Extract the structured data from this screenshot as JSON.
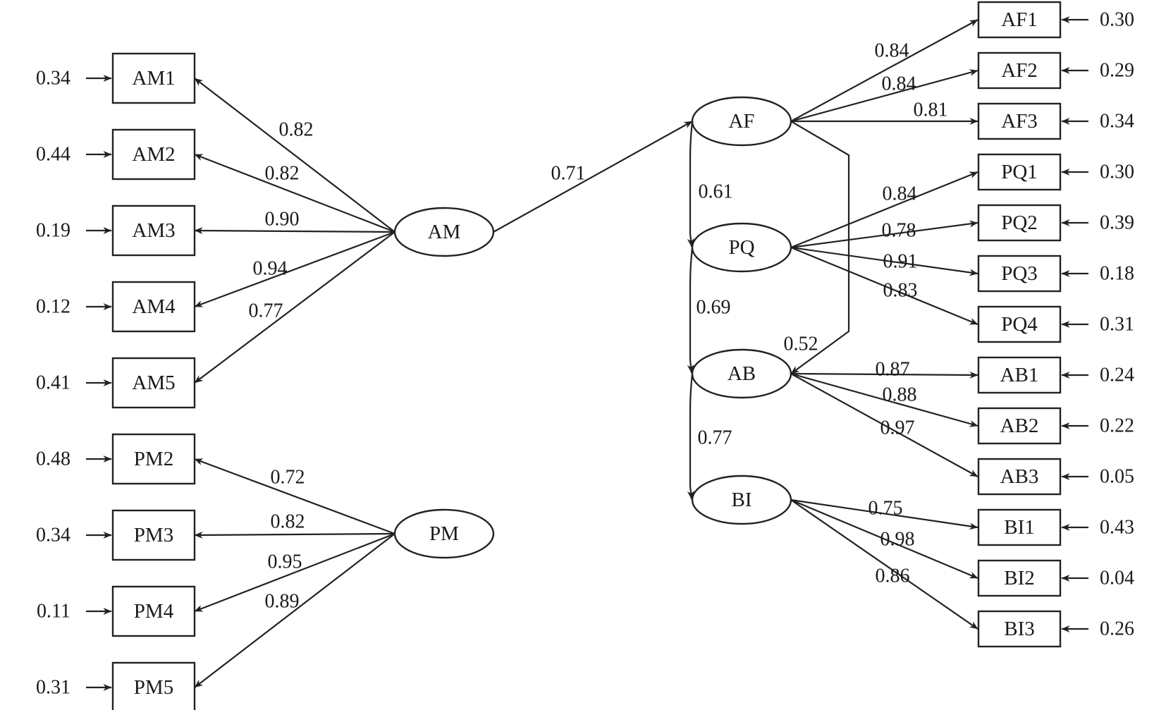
{
  "latent_factors": [
    {
      "id": "AM",
      "label": "AM"
    },
    {
      "id": "PM",
      "label": "PM"
    },
    {
      "id": "AF",
      "label": "AF"
    },
    {
      "id": "PQ",
      "label": "PQ"
    },
    {
      "id": "AB",
      "label": "AB"
    },
    {
      "id": "BI",
      "label": "BI"
    }
  ],
  "indicators": [
    {
      "id": "AM1",
      "label": "AM1",
      "factor": "AM",
      "loading": "0.82",
      "error": "0.34"
    },
    {
      "id": "AM2",
      "label": "AM2",
      "factor": "AM",
      "loading": "0.82",
      "error": "0.44"
    },
    {
      "id": "AM3",
      "label": "AM3",
      "factor": "AM",
      "loading": "0.90",
      "error": "0.19"
    },
    {
      "id": "AM4",
      "label": "AM4",
      "factor": "AM",
      "loading": "0.94",
      "error": "0.12"
    },
    {
      "id": "AM5",
      "label": "AM5",
      "factor": "AM",
      "loading": "0.77",
      "error": "0.41"
    },
    {
      "id": "PM2",
      "label": "PM2",
      "factor": "PM",
      "loading": "0.72",
      "error": "0.48"
    },
    {
      "id": "PM3",
      "label": "PM3",
      "factor": "PM",
      "loading": "0.82",
      "error": "0.34"
    },
    {
      "id": "PM4",
      "label": "PM4",
      "factor": "PM",
      "loading": "0.95",
      "error": "0.11"
    },
    {
      "id": "PM5",
      "label": "PM5",
      "factor": "PM",
      "loading": "0.89",
      "error": "0.31"
    },
    {
      "id": "AF1",
      "label": "AF1",
      "factor": "AF",
      "loading": "0.84",
      "error": "0.30"
    },
    {
      "id": "AF2",
      "label": "AF2",
      "factor": "AF",
      "loading": "0.84",
      "error": "0.29"
    },
    {
      "id": "AF3",
      "label": "AF3",
      "factor": "AF",
      "loading": "0.81",
      "error": "0.34"
    },
    {
      "id": "PQ1",
      "label": "PQ1",
      "factor": "PQ",
      "loading": "0.84",
      "error": "0.30"
    },
    {
      "id": "PQ2",
      "label": "PQ2",
      "factor": "PQ",
      "loading": "0.78",
      "error": "0.39"
    },
    {
      "id": "PQ3",
      "label": "PQ3",
      "factor": "PQ",
      "loading": "0.91",
      "error": "0.18"
    },
    {
      "id": "PQ4",
      "label": "PQ4",
      "factor": "PQ",
      "loading": "0.83",
      "error": "0.31"
    },
    {
      "id": "AB1",
      "label": "AB1",
      "factor": "AB",
      "loading": "0.87",
      "error": "0.24"
    },
    {
      "id": "AB2",
      "label": "AB2",
      "factor": "AB",
      "loading": "0.88",
      "error": "0.22"
    },
    {
      "id": "AB3",
      "label": "AB3",
      "factor": "AB",
      "loading": "0.97",
      "error": "0.05"
    },
    {
      "id": "BI1",
      "label": "BI1",
      "factor": "BI",
      "loading": "0.75",
      "error": "0.43"
    },
    {
      "id": "BI2",
      "label": "BI2",
      "factor": "BI",
      "loading": "0.98",
      "error": "0.04"
    },
    {
      "id": "BI3",
      "label": "BI3",
      "factor": "BI",
      "loading": "0.86",
      "error": "0.26"
    }
  ],
  "paths": [
    {
      "from": "AM",
      "to": "AF",
      "coefficient": "0.71"
    },
    {
      "from": "AF",
      "to": "PQ",
      "coefficient": "0.61"
    },
    {
      "from": "PQ",
      "to": "AB",
      "coefficient": "0.69"
    },
    {
      "from": "AF",
      "to": "AB",
      "coefficient": "0.52"
    },
    {
      "from": "AB",
      "to": "BI",
      "coefficient": "0.77"
    }
  ]
}
